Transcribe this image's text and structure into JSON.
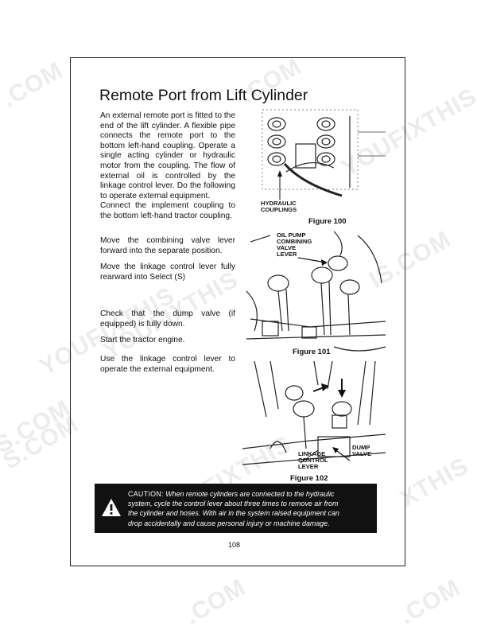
{
  "watermarks": [
    ".COM",
    ".COM",
    "YOUFIXTHIS",
    "S.COM",
    "YOUFIXTHIS",
    "S.COM",
    "YOUFIXTHIS",
    "IS.COM",
    ".COM",
    "XTHIS",
    ".COM",
    "FIXTHIS"
  ],
  "title": "Remote Port from Lift Cylinder",
  "paragraphs": [
    "An external remote port is fitted to the end of the lift cylinder. A flexible pipe connects the remote port to the bottom left-hand coupling. Operate a single acting cylinder or hydraulic motor from the coupling. The flow of external oil is controlled by the linkage control lever. Do the following to operate external equipment.",
    "Connect the implement coupling to the bottom left-hand tractor coupling.",
    "Move the combining valve lever forward into the separate position.",
    "Move the linkage control lever fully rearward into Select (S)",
    "Check that the dump valve (if equipped) is fully down.",
    "Start the tractor engine.",
    "Use the linkage control lever to operate the external equipment."
  ],
  "figures": {
    "fig100": {
      "label_line1": "HYDRAULIC",
      "label_line2": "COUPLINGS",
      "caption": "Figure 100"
    },
    "fig101": {
      "label_line1": "OIL PUMP",
      "label_line2": "COMBINING",
      "label_line3": "VALVE",
      "label_line4": "LEVER",
      "caption": "Figure 101"
    },
    "fig102": {
      "label_a1": "LINKAGE",
      "label_a2": "CONTROL",
      "label_a3": "LEVER",
      "label_b1": "DUMP",
      "label_b2": "VALVE",
      "caption": "Figure 102"
    }
  },
  "caution": {
    "lead": "CAUTION:",
    "line1": "When remote cylinders are connected to the hydraulic",
    "line2": "system, cycle the control lever about three times to remove air from",
    "line3": "the cylinder and hoses. With air in the system raised equipment can",
    "line4": "drop accidentally and cause personal injury or machine damage."
  },
  "page_number": "108"
}
